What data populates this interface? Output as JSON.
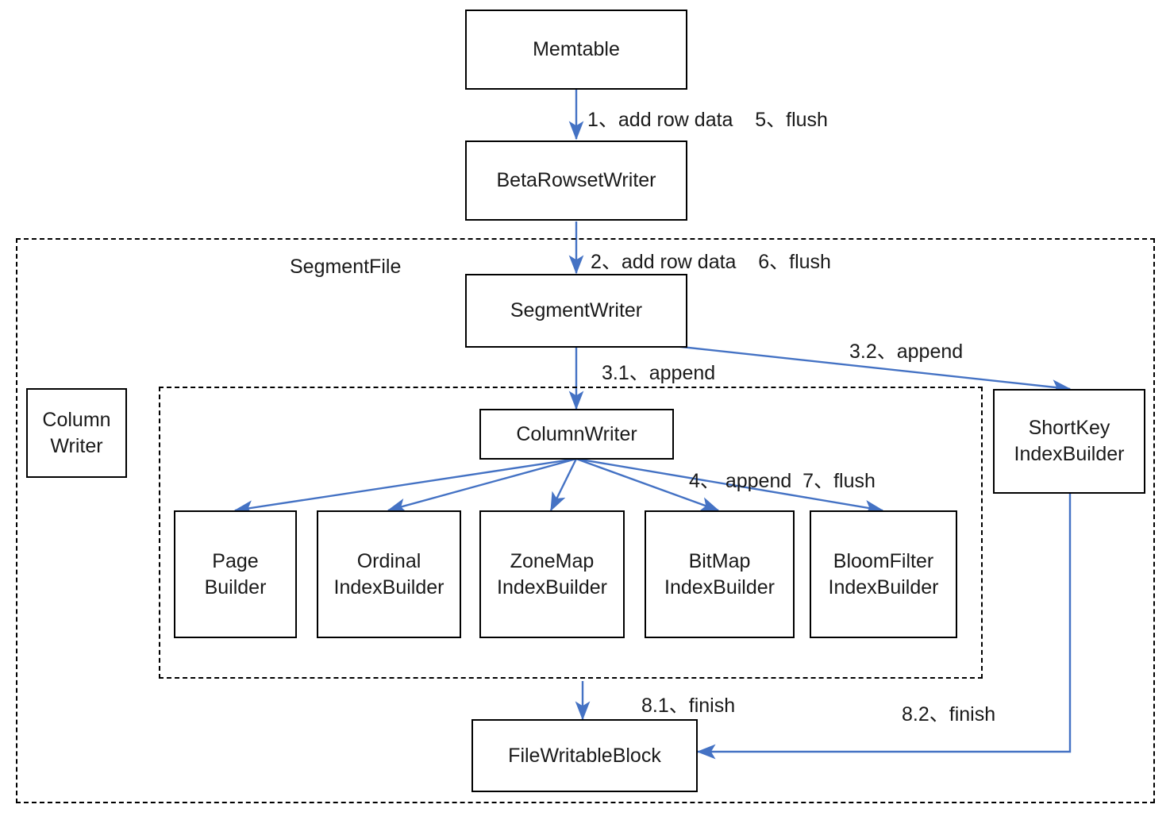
{
  "diagram": {
    "title": "SegmentFile write flow",
    "accent_color": "#4472C4",
    "line_color": "#000000",
    "background": "#ffffff"
  },
  "groups": [
    {
      "name": "segment-file-group",
      "label": "SegmentFile"
    },
    {
      "name": "column-writer-group",
      "label": ""
    }
  ],
  "nodes": {
    "memtable": "Memtable",
    "beta_rowset_writer": "BetaRowsetWriter",
    "segment_writer": "SegmentWriter",
    "column_writer_standalone": "Column\nWriter",
    "column_writer": "ColumnWriter",
    "short_key_index_builder": "ShortKey\nIndexBuilder",
    "page_builder": "Page\nBuilder",
    "ordinal_index_builder": "Ordinal\nIndexBuilder",
    "zonemap_index_builder": "ZoneMap\nIndexBuilder",
    "bitmap_index_builder": "BitMap\nIndexBuilder",
    "bloomfilter_index_builder": "BloomFilter\nIndexBuilder",
    "file_writable_block": "FileWritableBlock"
  },
  "edge_labels": {
    "step1_5": "1、add row data    5、flush",
    "step2_6": "2、add row data    6、flush",
    "step3_1": "3.1、append",
    "step3_2": "3.2、append",
    "step4_7": "4、 append  7、flush",
    "step8_1": "8.1、finish",
    "step8_2": "8.2、finish"
  }
}
